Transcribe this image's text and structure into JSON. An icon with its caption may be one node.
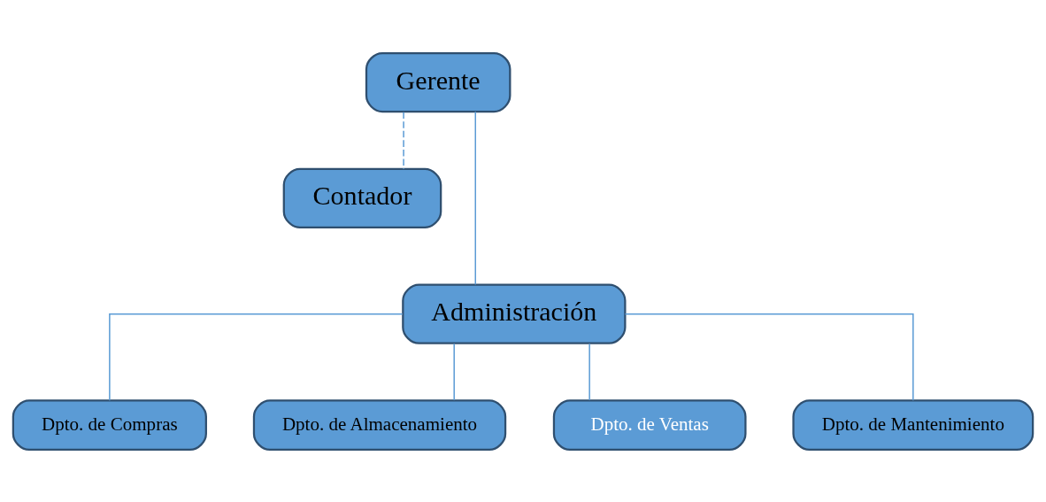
{
  "diagram": {
    "nodes": [
      {
        "text": [
          "Gerente"
        ]
      },
      {
        "text": [
          "Contador"
        ]
      },
      {
        "text": [
          "Administración"
        ]
      },
      {
        "text": [
          "Dpto. de Compras"
        ]
      },
      {
        "text": [
          "Dpto. de Almacenamiento"
        ]
      },
      {
        "text": [
          "Dpto. de Ventas"
        ]
      },
      {
        "text": [
          "Dpto. de Mantenimiento"
        ]
      }
    ],
    "edges": [
      {
        "from": 0,
        "to": 1,
        "arrow": "none",
        "style": "dashed"
      },
      {
        "from": 0,
        "to": 2,
        "arrow": "none"
      },
      {
        "from": 2,
        "to": 3,
        "arrow": "none"
      },
      {
        "from": 2,
        "to": 4,
        "arrow": "none"
      },
      {
        "from": 2,
        "to": 5,
        "arrow": "none"
      },
      {
        "from": 2,
        "to": 6,
        "arrow": "none"
      }
    ]
  }
}
